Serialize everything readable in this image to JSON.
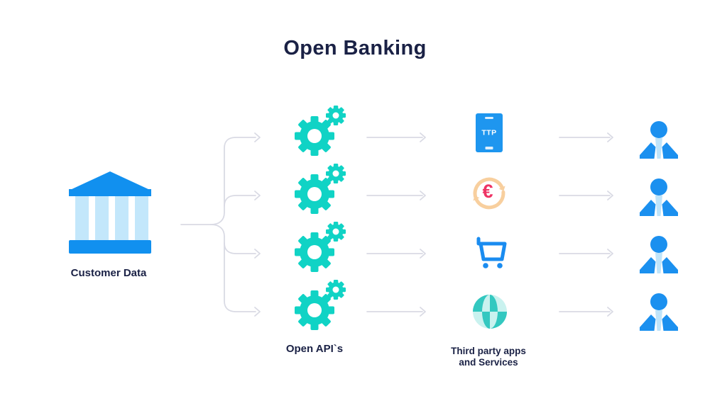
{
  "title": "Open Banking",
  "bank": {
    "label": "Customer Data"
  },
  "apis": {
    "label": "Open API`s"
  },
  "third_party": {
    "label_line1": "Third party apps",
    "label_line2": "and Services"
  },
  "phone": {
    "screen_text": "TTP"
  },
  "currency_exchange": {
    "symbol": "€"
  },
  "flow": {
    "rows": 4,
    "columns": [
      "customer-data-bank",
      "open-apis",
      "third-party-apps-and-services",
      "users"
    ]
  },
  "icons": {
    "bank-icon": "classical bank building with columns",
    "gears-icon": "two teal cogwheels",
    "ttp-phone-icon": "blue smartphone with TTP on screen",
    "currency-exchange-icon": "circular peach arrows around euro sign",
    "shopping-cart-icon": "blue shopping cart",
    "globe-icon": "teal checkered globe",
    "user-icon": "blue person with tie",
    "flow-arrow": "light gray right arrow"
  },
  "colors": {
    "text_navy": "#1a2145",
    "primary_blue": "#1b90ef",
    "light_blue": "#c3e7fb",
    "teal": "#10d3c5",
    "globe_dark": "#33c8c0",
    "globe_light": "#c9f2ef",
    "arc_peach": "#f8cf9e",
    "euro_pink": "#ee3364",
    "connector_gray": "#d9dae4",
    "background": "#ffffff"
  }
}
